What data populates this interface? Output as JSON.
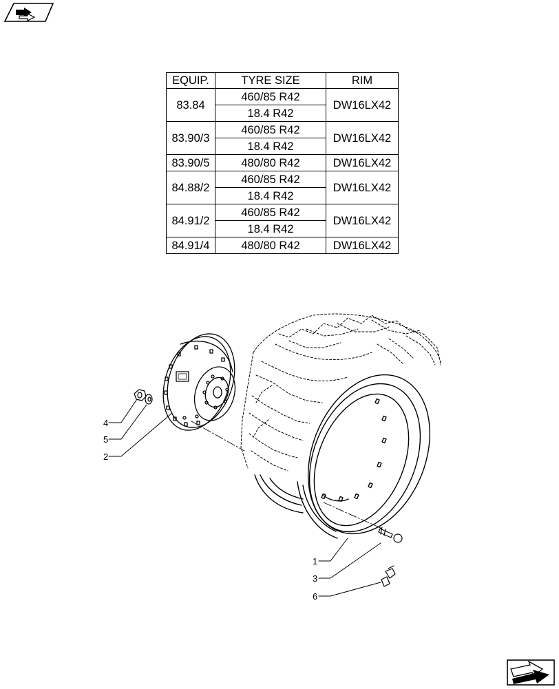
{
  "table": {
    "headers": {
      "equip": "EQUIP.",
      "tyre": "TYRE SIZE",
      "rim": "RIM"
    },
    "groups": [
      {
        "equip": "83.84",
        "tyres": [
          "460/85 R42",
          "18.4 R42"
        ],
        "rim": "DW16LX42"
      },
      {
        "equip": "83.90/3",
        "tyres": [
          "460/85 R42",
          "18.4 R42"
        ],
        "rim": "DW16LX42"
      },
      {
        "equip": "83.90/5",
        "tyres": [
          "480/80 R42"
        ],
        "rim": "DW16LX42"
      },
      {
        "equip": "84.88/2",
        "tyres": [
          "460/85 R42",
          "18.4 R42"
        ],
        "rim": "DW16LX42"
      },
      {
        "equip": "84.91/2",
        "tyres": [
          "460/85 R42",
          "18.4 R42"
        ],
        "rim": "DW16LX42"
      },
      {
        "equip": "84.91/4",
        "tyres": [
          "480/80 R42"
        ],
        "rim": "DW16LX42"
      }
    ]
  },
  "callouts": {
    "c1": "1",
    "c2": "2",
    "c3": "3",
    "c4": "4",
    "c5": "5",
    "c6": "6"
  },
  "icons": {
    "top_nav": "previous-page-arrow-icon",
    "bottom_nav": "next-page-arrow-icon"
  }
}
